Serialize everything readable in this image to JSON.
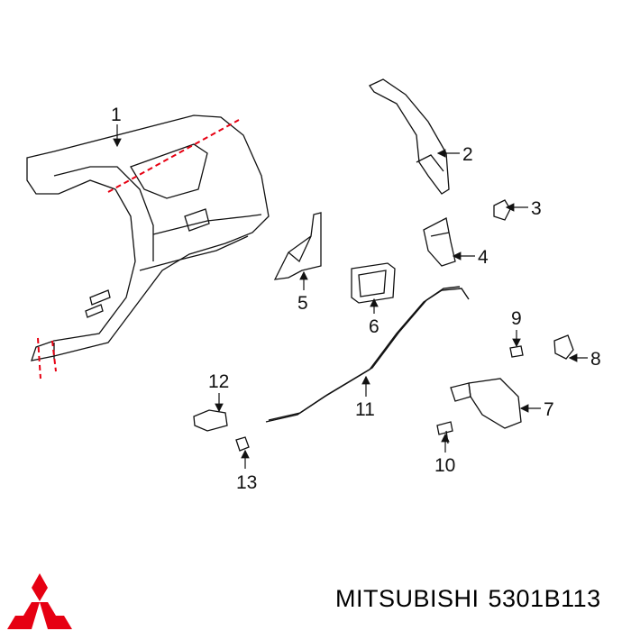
{
  "diagram": {
    "callouts": [
      {
        "id": "1",
        "label": "1"
      },
      {
        "id": "2",
        "label": "2"
      },
      {
        "id": "3",
        "label": "3"
      },
      {
        "id": "4",
        "label": "4"
      },
      {
        "id": "5",
        "label": "5"
      },
      {
        "id": "6",
        "label": "6"
      },
      {
        "id": "7",
        "label": "7"
      },
      {
        "id": "8",
        "label": "8"
      },
      {
        "id": "9",
        "label": "9"
      },
      {
        "id": "10",
        "label": "10"
      },
      {
        "id": "11",
        "label": "11"
      },
      {
        "id": "12",
        "label": "12"
      },
      {
        "id": "13",
        "label": "13"
      }
    ]
  },
  "brand": {
    "name": "MITSUBISHI",
    "part_number": "5301B113",
    "logo_color": "#e60012"
  },
  "colors": {
    "line": "#111111",
    "cut_line": "#e60012"
  }
}
